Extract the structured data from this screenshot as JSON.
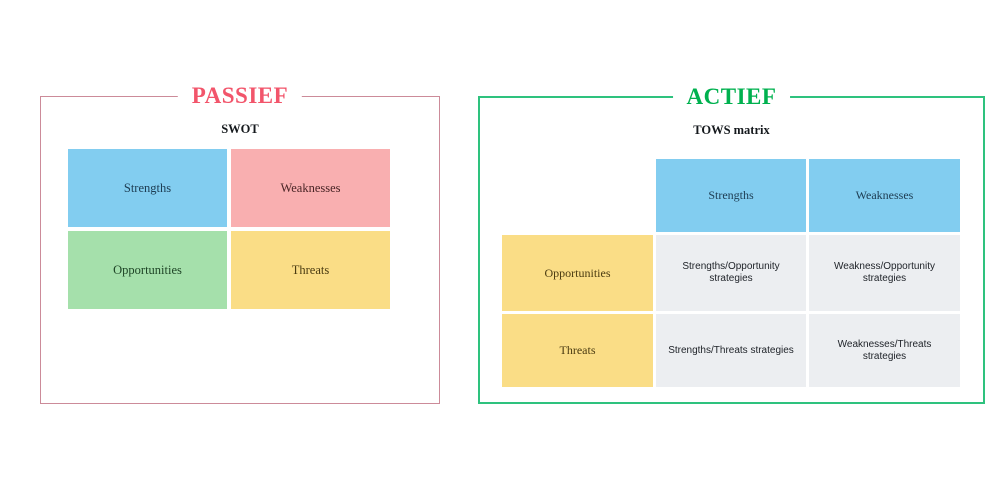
{
  "panels": {
    "passief": {
      "title": "PASSIEF",
      "accent_color": "#f2556b",
      "border_color": "#cc8b99",
      "heading": "SWOT",
      "swot": {
        "cells": [
          {
            "label": "Strengths",
            "fill": "#82cdf0"
          },
          {
            "label": "Weaknesses",
            "fill": "#f9afb0"
          },
          {
            "label": "Opportunities",
            "fill": "#a5e0ab"
          },
          {
            "label": "Threats",
            "fill": "#fadd86"
          }
        ]
      }
    },
    "actief": {
      "title": "ACTIEF",
      "accent_color": "#00b14f",
      "border_color": "#2ec27e",
      "heading": "TOWS matrix",
      "tows": {
        "corner": "",
        "column_headers": [
          "Strengths",
          "Weaknesses"
        ],
        "row_headers": [
          "Opportunities",
          "Threats"
        ],
        "header_fill": "#82cdf0",
        "row_header_fill": "#fadd86",
        "body_fill": "#eceef1",
        "body": [
          [
            "Strengths/Opportunity strategies",
            "Weakness/Opportunity strategies"
          ],
          [
            "Strengths/Threats strategies",
            "Weaknesses/Threats strategies"
          ]
        ]
      }
    }
  }
}
